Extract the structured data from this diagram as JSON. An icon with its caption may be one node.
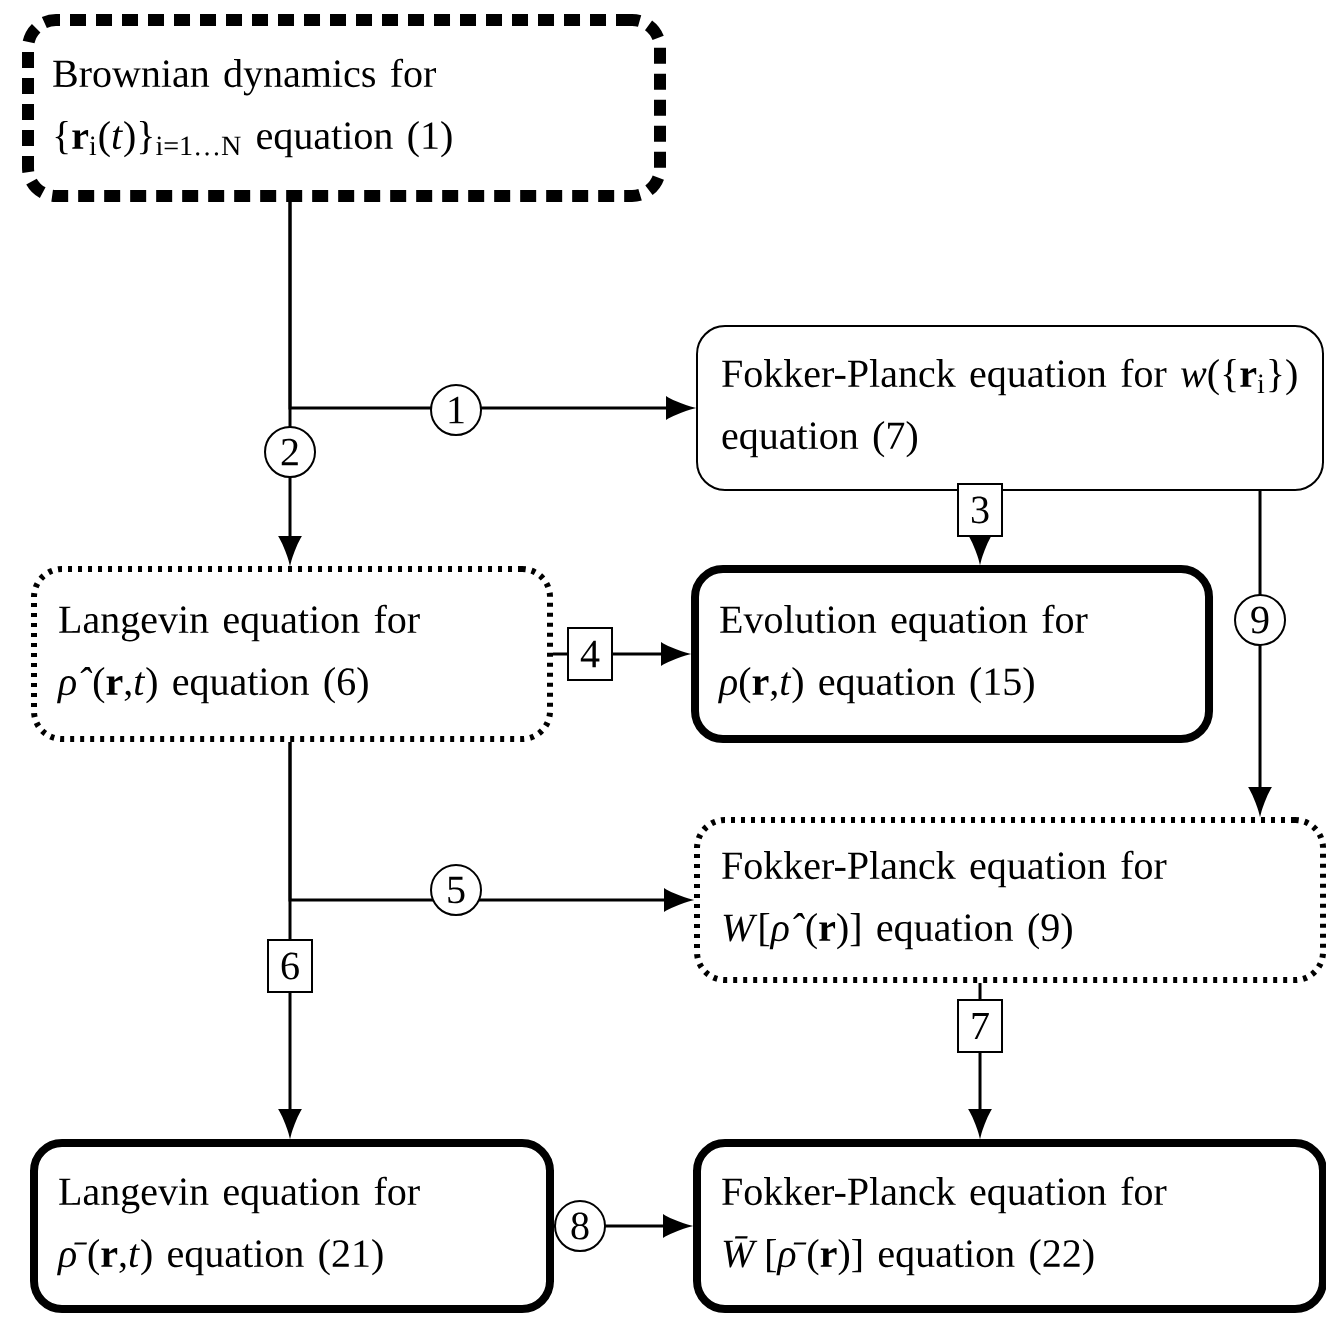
{
  "diagram": {
    "nodes": [
      {
        "text": [
          "Brownian dynamics for {**r**$_{i}$(*t*)}$_{i=1…N}$ equation (1)"
        ]
      },
      {
        "text": [
          "Fokker-Planck equation for *w*({**r**$_{i}$}) equation (7)"
        ]
      },
      {
        "text": [
          "Langevin equation for *ρ̂*(**r**,*t*) equation (6)"
        ]
      },
      {
        "text": [
          "Evolution equation for *ρ*(**r**,*t*) equation (15)"
        ]
      },
      {
        "text": [
          "Fokker-Planck equation for *W*[*ρ̂*(**r**)] equation (9)"
        ]
      },
      {
        "text": [
          "Langevin equation for *ρ̄*(**r**,*t*) equation (21)"
        ]
      },
      {
        "text": [
          "Fokker-Planck equation for *W̄*[*ρ̄*(**r**)] equation (22)"
        ]
      }
    ],
    "edges": [
      {
        "from": 0,
        "to": 1,
        "arrow": "to",
        "label": "1"
      },
      {
        "from": 0,
        "to": 2,
        "arrow": "to",
        "label": "2"
      },
      {
        "from": 1,
        "to": 3,
        "arrow": "to",
        "label": "3"
      },
      {
        "from": 2,
        "to": 3,
        "arrow": "to",
        "label": "4"
      },
      {
        "from": 2,
        "to": 4,
        "arrow": "to",
        "label": "5"
      },
      {
        "from": 2,
        "to": 5,
        "arrow": "to",
        "label": "6"
      },
      {
        "from": 4,
        "to": 6,
        "arrow": "to",
        "label": "7"
      },
      {
        "from": 5,
        "to": 6,
        "arrow": "to",
        "label": "8"
      },
      {
        "from": 1,
        "to": 4,
        "arrow": "to",
        "label": "9"
      }
    ]
  }
}
